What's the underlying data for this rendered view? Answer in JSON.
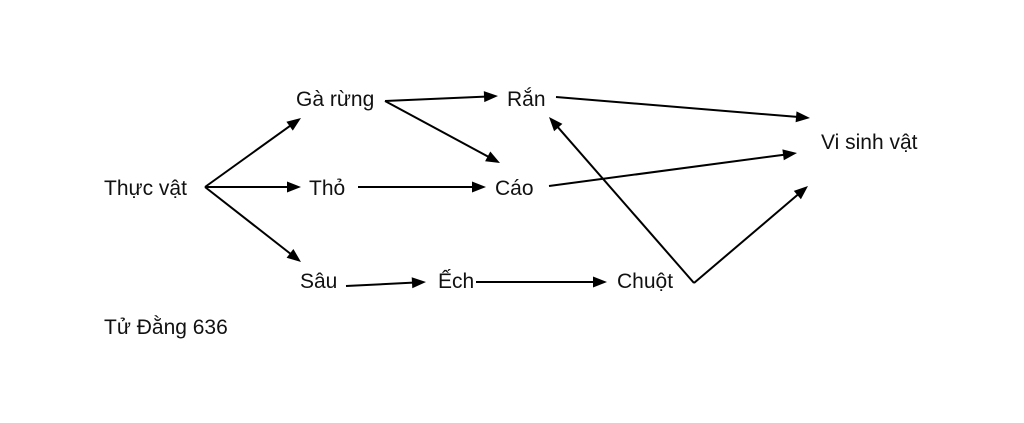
{
  "diagram": {
    "nodes": [
      {
        "id": "thuc-vat",
        "label": "Thực  vật"
      },
      {
        "id": "ga-rung",
        "label": "Gà rừng"
      },
      {
        "id": "tho",
        "label": "Thỏ"
      },
      {
        "id": "sau",
        "label": "Sâu"
      },
      {
        "id": "ran",
        "label": "Rắn"
      },
      {
        "id": "cao",
        "label": "Cáo"
      },
      {
        "id": "ech",
        "label": "Ếch"
      },
      {
        "id": "chuot",
        "label": "Chuột"
      },
      {
        "id": "vi-sinh-vat",
        "label": "Vi sinh vật"
      }
    ],
    "edges": [
      {
        "from": "thuc-vat",
        "to": "ga-rung"
      },
      {
        "from": "thuc-vat",
        "to": "tho"
      },
      {
        "from": "thuc-vat",
        "to": "sau"
      },
      {
        "from": "ga-rung",
        "to": "ran"
      },
      {
        "from": "ga-rung",
        "to": "cao"
      },
      {
        "from": "tho",
        "to": "cao"
      },
      {
        "from": "sau",
        "to": "ech"
      },
      {
        "from": "ech",
        "to": "chuot"
      },
      {
        "from": "chuot",
        "to": "ran"
      },
      {
        "from": "chuot",
        "to": "vi-sinh-vat"
      },
      {
        "from": "ran",
        "to": "vi-sinh-vat"
      },
      {
        "from": "cao",
        "to": "vi-sinh-vat"
      }
    ]
  },
  "footer": {
    "signature": "Tử  Đằng 636"
  }
}
